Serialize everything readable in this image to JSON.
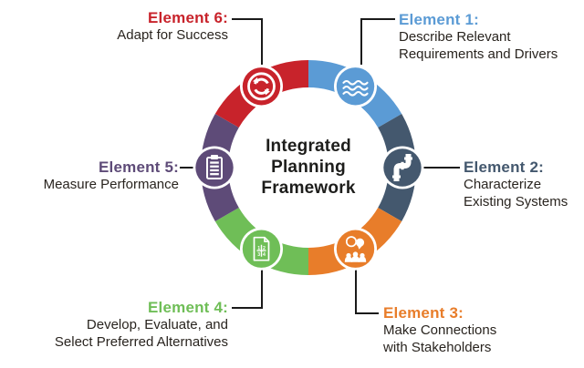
{
  "title": "Integrated\nPlanning\nFramework",
  "background": "#FFFFFF",
  "connector_color": "#1A1A1A",
  "body_text_color": "#29241F",
  "elements": [
    {
      "heading": "Element 1:",
      "description": "Describe Relevant\nRequirements and Drivers",
      "color": "#5B9BD5",
      "icon": "water-waves-icon"
    },
    {
      "heading": "Element 2:",
      "description": "Characterize\nExisting Systems",
      "color": "#44586E",
      "icon": "pipes-icon"
    },
    {
      "heading": "Element 3:",
      "description": "Make Connections\nwith Stakeholders",
      "color": "#E87D2A",
      "icon": "stakeholders-icon"
    },
    {
      "heading": "Element 4:",
      "description": "Develop, Evaluate, and\nSelect Preferred Alternatives",
      "color": "#6FBE57",
      "icon": "alternatives-document-icon"
    },
    {
      "heading": "Element 5:",
      "description": "Measure Performance",
      "color": "#5E4B78",
      "icon": "clipboard-checklist-icon"
    },
    {
      "heading": "Element 6:",
      "description": "Adapt for Success",
      "color": "#C8232B",
      "icon": "cycle-arrows-icon"
    }
  ]
}
